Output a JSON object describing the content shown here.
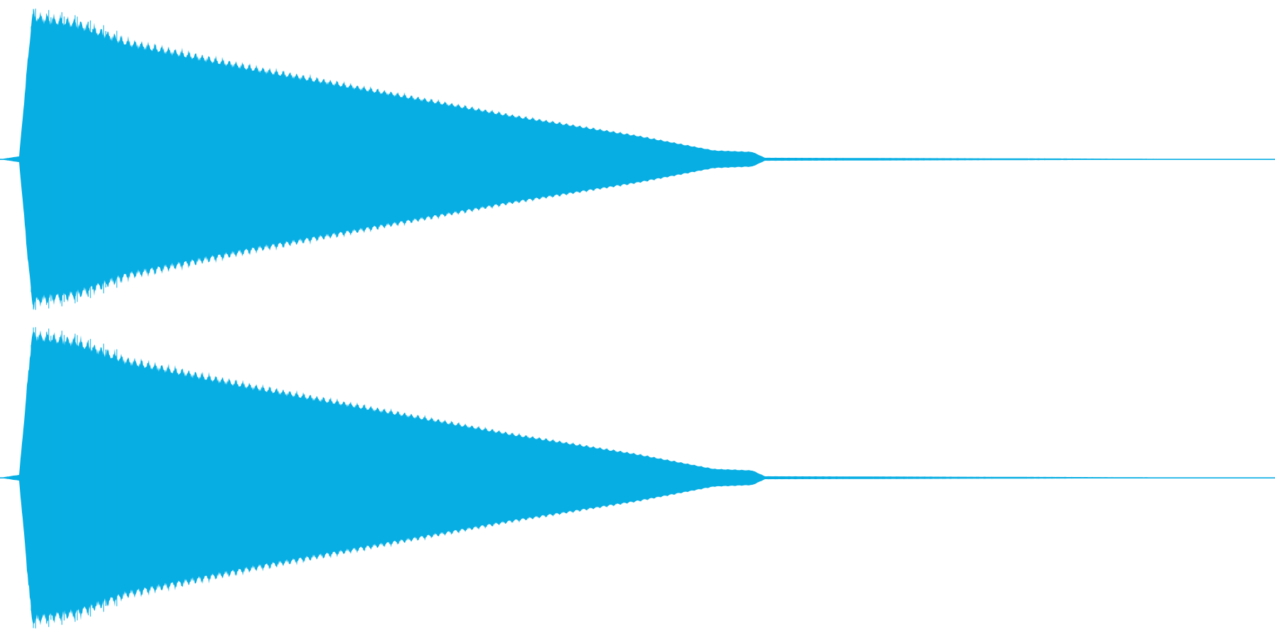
{
  "chart_data": {
    "type": "area",
    "title": "",
    "xlabel": "",
    "ylabel": "",
    "waveform_color": "#07aee3",
    "background_color": "#ffffff",
    "grid": false,
    "legend": "none",
    "ylim": [
      -1.0,
      1.0
    ],
    "duration_fraction": [
      0.0,
      1.0
    ],
    "channels": [
      {
        "envelope": {
          "x": [
            0.0,
            0.015,
            0.025,
            0.03,
            0.06,
            0.1,
            0.2,
            0.3,
            0.4,
            0.5,
            0.53,
            0.56,
            0.59,
            0.6,
            0.7,
            0.84,
            1.0
          ],
          "y": [
            0.0,
            0.02,
            0.98,
            0.97,
            0.93,
            0.8,
            0.62,
            0.46,
            0.3,
            0.16,
            0.11,
            0.06,
            0.05,
            0.01,
            0.008,
            0.005,
            0.0
          ]
        }
      },
      {
        "envelope": {
          "x": [
            0.0,
            0.015,
            0.025,
            0.03,
            0.06,
            0.1,
            0.2,
            0.3,
            0.4,
            0.5,
            0.53,
            0.56,
            0.59,
            0.6,
            0.7,
            0.84,
            1.0
          ],
          "y": [
            0.0,
            0.02,
            0.98,
            0.97,
            0.93,
            0.8,
            0.62,
            0.46,
            0.3,
            0.16,
            0.11,
            0.06,
            0.05,
            0.01,
            0.008,
            0.005,
            0.0
          ]
        }
      }
    ]
  }
}
